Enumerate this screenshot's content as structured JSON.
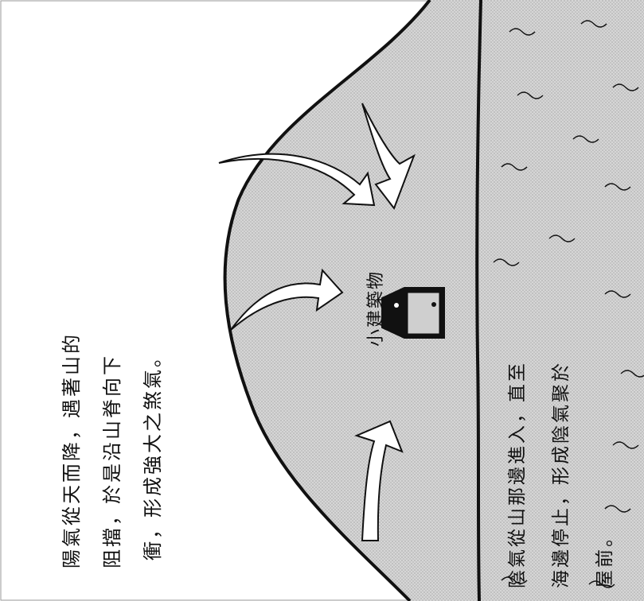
{
  "labels": {
    "yang_text": [
      "陽氣從天而降，遇著山的",
      "阻擋，於是沿山脊向下",
      "衝，形成強大之煞氣。"
    ],
    "building": "小建築物",
    "yin_text": [
      "陰氣從山那邊進入，直至",
      "海邊停止，形成陰氣聚於",
      "屋前。"
    ]
  },
  "colors": {
    "ink": "#111111",
    "shade": "#dcdcdc",
    "paper": "#ffffff"
  }
}
